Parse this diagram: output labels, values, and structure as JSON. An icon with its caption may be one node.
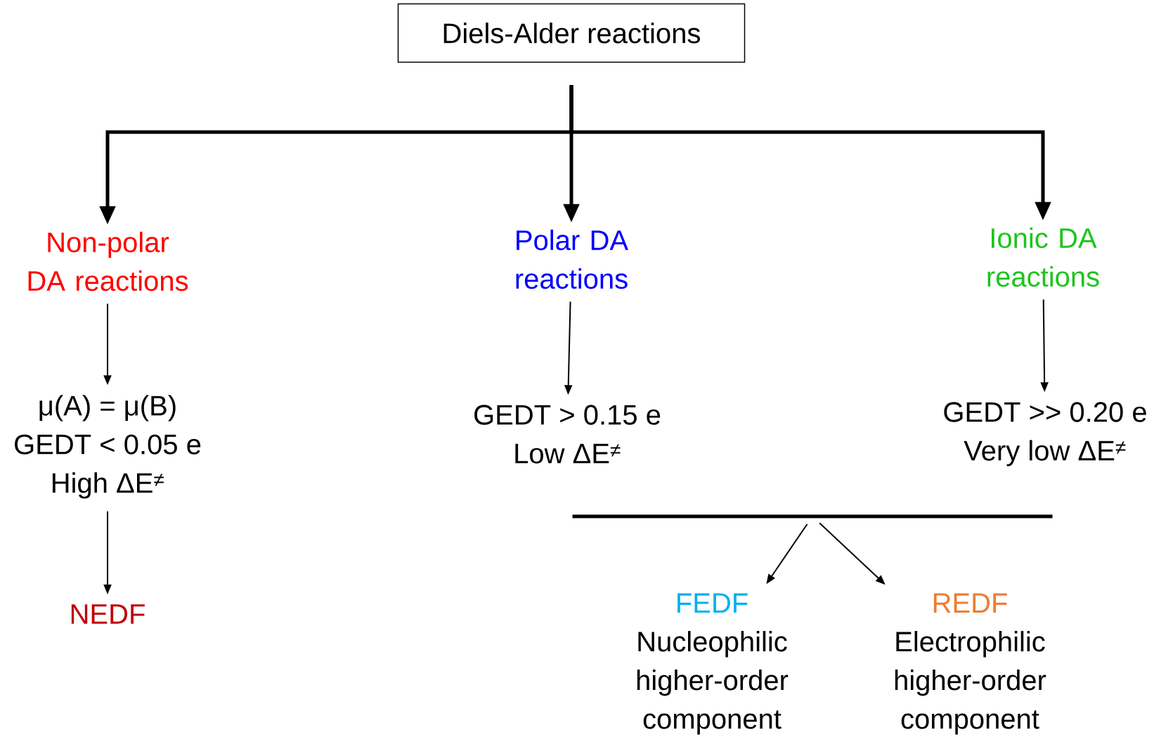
{
  "diagram": {
    "nodes": [
      {
        "text": [
          "Diels-Alder reactions"
        ]
      },
      {
        "text": [
          "Non-polar DA reactions"
        ]
      },
      {
        "text": [
          "Polar DA reactions"
        ]
      },
      {
        "text": [
          "Ionic DA reactions"
        ]
      },
      {
        "text": [
          "μ(A) = μ(B)",
          "GEDT < 0.05 e",
          "High ΔE$^{≠}$"
        ]
      },
      {
        "text": [
          "GEDT > 0.15 e",
          "Low ΔE$^{≠}$"
        ]
      },
      {
        "text": [
          "GEDT >> 0.20 e",
          "Very low ΔE$^{≠}$"
        ]
      },
      {
        "text": [],
        "shape": "bar"
      },
      {
        "text": [
          "NEDF"
        ]
      },
      {
        "text": [
          "FEDF",
          "Nucleophilic higher-order component"
        ]
      },
      {
        "text": [
          "REDF",
          "Electrophilic higher-order component"
        ]
      }
    ],
    "edges": [
      {
        "from": 0,
        "to": 1,
        "arrow": "to",
        "style": "thick"
      },
      {
        "from": 0,
        "to": 2,
        "arrow": "to",
        "style": "thick"
      },
      {
        "from": 0,
        "to": 3,
        "arrow": "to",
        "style": "thick"
      },
      {
        "from": 1,
        "to": 4,
        "arrow": "to"
      },
      {
        "from": 2,
        "to": 5,
        "arrow": "to"
      },
      {
        "from": 3,
        "to": 6,
        "arrow": "to"
      },
      {
        "from": 4,
        "to": 8,
        "arrow": "to"
      },
      {
        "from": 7,
        "to": 9,
        "arrow": "to"
      },
      {
        "from": 7,
        "to": 10,
        "arrow": "to"
      }
    ]
  }
}
